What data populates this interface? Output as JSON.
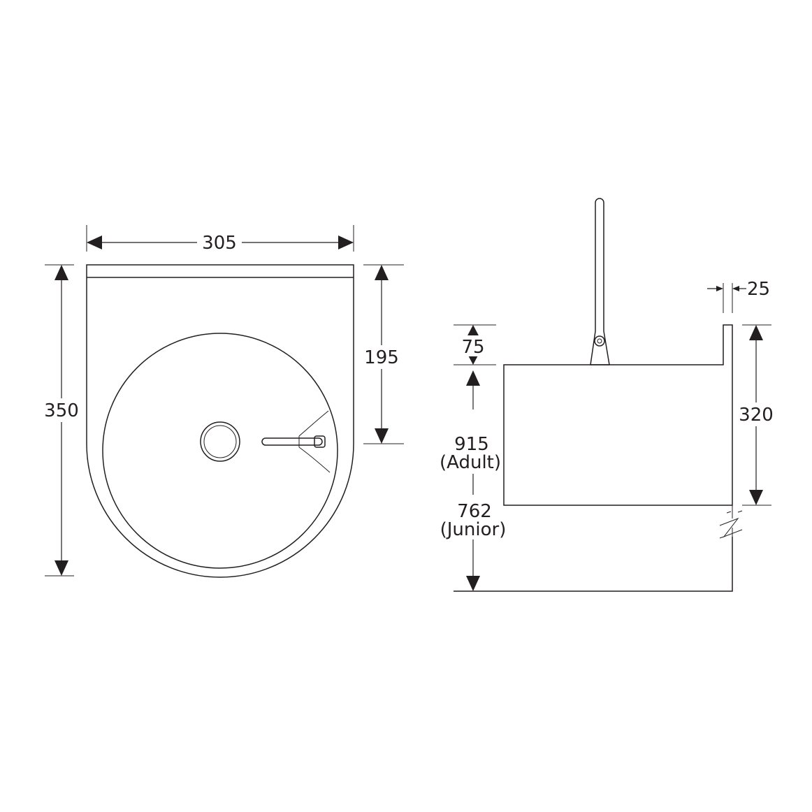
{
  "diagram": {
    "colors": {
      "ink": "#231f20",
      "background": "#ffffff"
    },
    "plan_view": {
      "dimensions": {
        "width": "305",
        "depth": "350",
        "bowl_offset": "195"
      }
    },
    "side_view": {
      "dimensions": {
        "wall_thickness": "25",
        "upstand": "75",
        "body_height": "320",
        "adult_height": "915",
        "adult_label": "(Adult)",
        "junior_height": "762",
        "junior_label": "(Junior)"
      }
    }
  }
}
